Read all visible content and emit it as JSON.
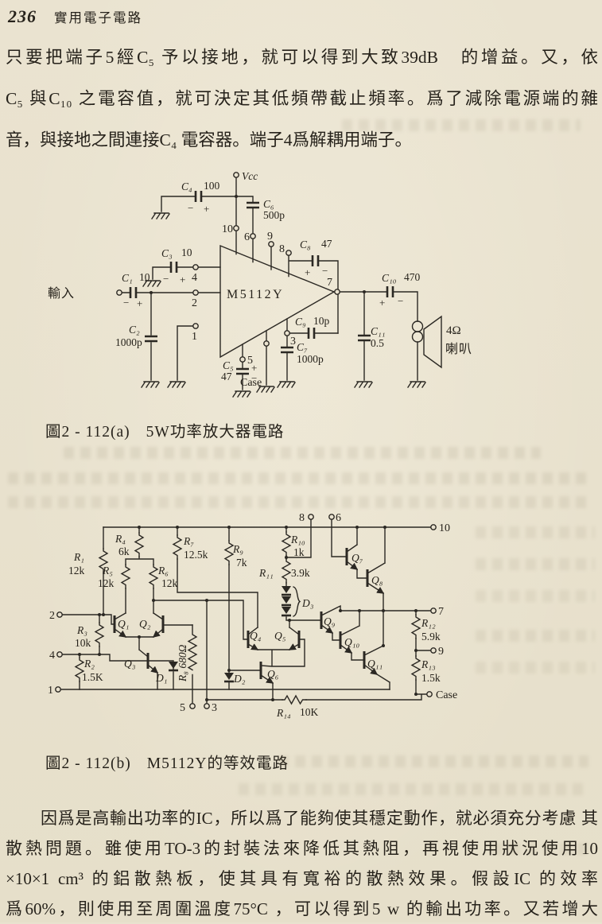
{
  "header": {
    "page_number": "236",
    "book_title": "實用電子電路"
  },
  "paragraph_top": {
    "lines": [
      "只要把端子5經C₅ 予以接地，就可以得到大致39dB　的增益。又，依",
      "C₅ 與C₁₀ 之電容值，就可決定其低頻帶截止頻率。爲了減除電源端的雜",
      "音，與接地之間連接C₄ 電容器。端子4爲解耦用端子。"
    ]
  },
  "paragraph_bottom": {
    "lines": [
      "因爲是高輸出功率的IC，所以爲了能夠使其穩定動作，就必須充分考慮 其",
      "散熱問題。雖使用TO-3的封裝法來降低其熱阻，再視使用狀況使用10",
      "×10×1 cm³ 的鋁散熱板，使其具有寬裕的散熱效果。假設IC 的效率",
      "爲60%，則使用至周圍溫度75°C ，可以得到5 w 的輸出功率。又若增大"
    ]
  },
  "sym": {
    "plus": "+",
    "minus": "−"
  },
  "fig_a": {
    "caption_num": "圖2 - 112(a)",
    "caption_title": "5W功率放大器電路",
    "labels": {
      "input": "輸入",
      "vcc": "Vcc",
      "ic": "M5112Y",
      "case": "Case",
      "p10": "10",
      "p6": "6",
      "p9": "9",
      "p8": "8",
      "p7": "7",
      "p4": "4",
      "p2": "2",
      "p1": "1",
      "p5": "5",
      "p3": "3",
      "c1r": "C₁",
      "c1v": "10",
      "c2r": "C₂",
      "c2v": "1000p",
      "c3r": "C₃",
      "c3v": "10",
      "c4r": "C₄",
      "c4v": "100",
      "c5r": "C₅",
      "c5v": "47",
      "c6r": "C₆",
      "c6v": "500p",
      "c7r": "C₇",
      "c7v": "1000p",
      "c8r": "C₈",
      "c8v": "47",
      "c9r": "C₉",
      "c9v": "10p",
      "c10r": "C₁₀",
      "c10v": "470",
      "c11r": "C₁₁",
      "c11v": "0.5",
      "spk1": "4Ω",
      "spk2": "喇叭"
    }
  },
  "fig_b": {
    "caption_num": "圖2 - 112(b)",
    "caption_title": "M5112Y的等效電路",
    "labels": {
      "p2": "2",
      "p4": "4",
      "p1": "1",
      "p8": "8",
      "p6": "6",
      "p10": "10",
      "p7": "7",
      "p9": "9",
      "p5": "5",
      "p3": "3",
      "case": "Case",
      "r1r": "R₁",
      "r1v": "12k",
      "r2r": "R₂",
      "r2v": "1.5K",
      "r3r": "R₃",
      "r3v": "10k",
      "r4r": "R₄",
      "r4v": "6k",
      "r5r": "R₅",
      "r5v": "12k",
      "r6r": "R₆",
      "r6v": "12k",
      "r7r": "R₇",
      "r7v": "12.5k",
      "r8": "R₈ 680Ω",
      "r9r": "R₉",
      "r9v": "7k",
      "r10r": "R₁₀",
      "r10v": "1k",
      "r11r": "R₁₁",
      "r11v": "3.9k",
      "r12r": "R₁₂",
      "r12v": "5.9k",
      "r13r": "R₁₃",
      "r13v": "1.5k",
      "r14r": "R₁₄",
      "r14v": "10K",
      "q1": "Q₁",
      "q2": "Q₂",
      "q3": "Q₃",
      "q4": "Q₄",
      "q5": "Q₅",
      "q6": "Q₆",
      "q7": "Q₇",
      "q8": "Q₈",
      "q9": "Q₉",
      "q10": "Q₁₀",
      "q11": "Q₁₁",
      "d1": "D₁",
      "d2": "D₂",
      "d3": "D₃"
    }
  }
}
